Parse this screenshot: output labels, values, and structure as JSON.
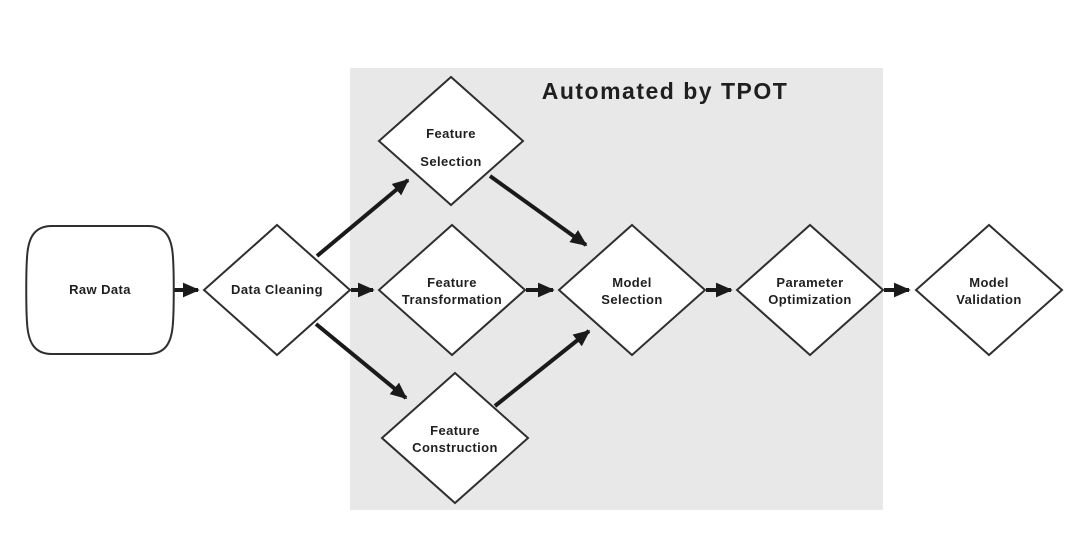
{
  "diagram": {
    "title": "Automated by TPOT",
    "colors": {
      "background": "#ffffff",
      "automation_box": "#e8e8e8",
      "node_fill": "#ffffff",
      "node_border": "#2f2f2f",
      "arrow": "#1a1a1a",
      "text": "#1f1f1f"
    },
    "nodes": {
      "raw_data": {
        "label": "Raw Data",
        "shape": "stored-data"
      },
      "data_cleaning": {
        "label": "Data Cleaning",
        "shape": "decision"
      },
      "feature_selection": {
        "line1": "Feature",
        "line2": "Selection",
        "shape": "decision"
      },
      "feature_transformation": {
        "line1": "Feature",
        "line2": "Transformation",
        "shape": "decision"
      },
      "feature_construction": {
        "line1": "Feature",
        "line2": "Construction",
        "shape": "decision"
      },
      "model_selection": {
        "line1": "Model",
        "line2": "Selection",
        "shape": "decision"
      },
      "parameter_optimization": {
        "line1": "Parameter",
        "line2": "Optimization",
        "shape": "decision"
      },
      "model_validation": {
        "line1": "Model",
        "line2": "Validation",
        "shape": "decision"
      }
    },
    "edges": [
      {
        "from": "raw_data",
        "to": "data_cleaning"
      },
      {
        "from": "data_cleaning",
        "to": "feature_selection"
      },
      {
        "from": "data_cleaning",
        "to": "feature_transformation"
      },
      {
        "from": "data_cleaning",
        "to": "feature_construction"
      },
      {
        "from": "feature_selection",
        "to": "model_selection"
      },
      {
        "from": "feature_transformation",
        "to": "model_selection"
      },
      {
        "from": "feature_construction",
        "to": "model_selection"
      },
      {
        "from": "model_selection",
        "to": "parameter_optimization"
      },
      {
        "from": "parameter_optimization",
        "to": "model_validation"
      }
    ]
  }
}
